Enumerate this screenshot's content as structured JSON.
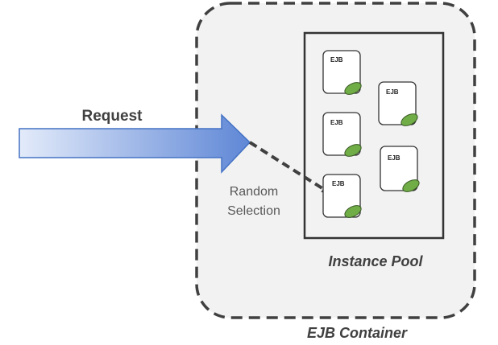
{
  "request": {
    "label": "Request"
  },
  "selection": {
    "line1": "Random",
    "line2": "Selection"
  },
  "container": {
    "label": "EJB Container"
  },
  "pool": {
    "label": "Instance Pool",
    "beans": [
      {
        "label": "EJB"
      },
      {
        "label": "EJB"
      },
      {
        "label": "EJB"
      },
      {
        "label": "EJB"
      },
      {
        "label": "EJB"
      }
    ]
  },
  "colors": {
    "arrow_fill_start": "#5f87d6",
    "arrow_fill_end": "#e3ebfa",
    "arrow_stroke": "#4472c4",
    "container_fill": "#f2f2f2",
    "container_stroke": "#404040",
    "bean_handle": "#70ad47"
  }
}
